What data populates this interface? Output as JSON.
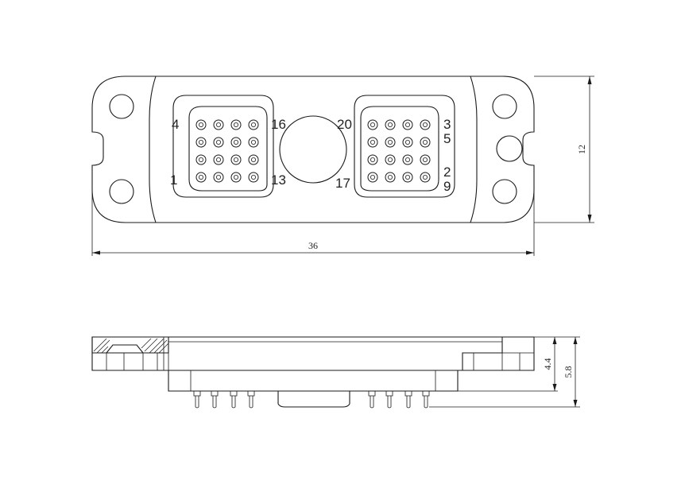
{
  "dimensions": {
    "overall_width": "36",
    "overall_height": "12",
    "body_height": "4.4",
    "total_height": "5.8"
  },
  "pin_labels": {
    "left_insert": {
      "top_left": "4",
      "top_right": "16",
      "bottom_left": "1",
      "bottom_right": "13"
    },
    "right_insert": {
      "top_left": "20",
      "top_right": "3",
      "mid_right": "5",
      "lower_right": "2",
      "bottom_left": "17",
      "bottom_right": "9"
    }
  },
  "insert_grid": {
    "rows": 4,
    "cols": 4
  }
}
